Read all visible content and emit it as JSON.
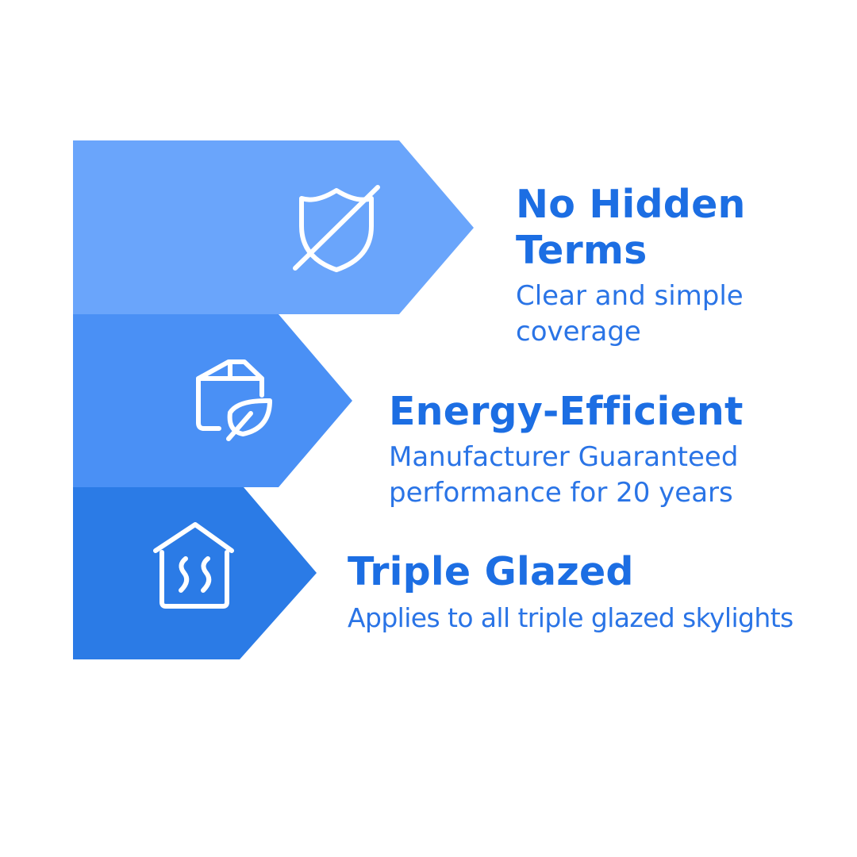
{
  "colors": {
    "arrow_1": "#6aa5fb",
    "arrow_2": "#4a90f5",
    "arrow_3": "#2b7be6",
    "title_text": "#1c6ee3",
    "desc_text": "#2a74e6",
    "icon": "#ffffff"
  },
  "features": [
    {
      "title": "No Hidden Terms",
      "description": "Clear and simple coverage",
      "icon": "shield-slash-icon"
    },
    {
      "title": "Energy-Efficient",
      "description": "Manufacturer Guaranteed performance for 20 years",
      "icon": "box-leaf-icon"
    },
    {
      "title": "Triple Glazed",
      "description": "Applies to all triple glazed skylights",
      "icon": "house-heat-icon"
    }
  ]
}
